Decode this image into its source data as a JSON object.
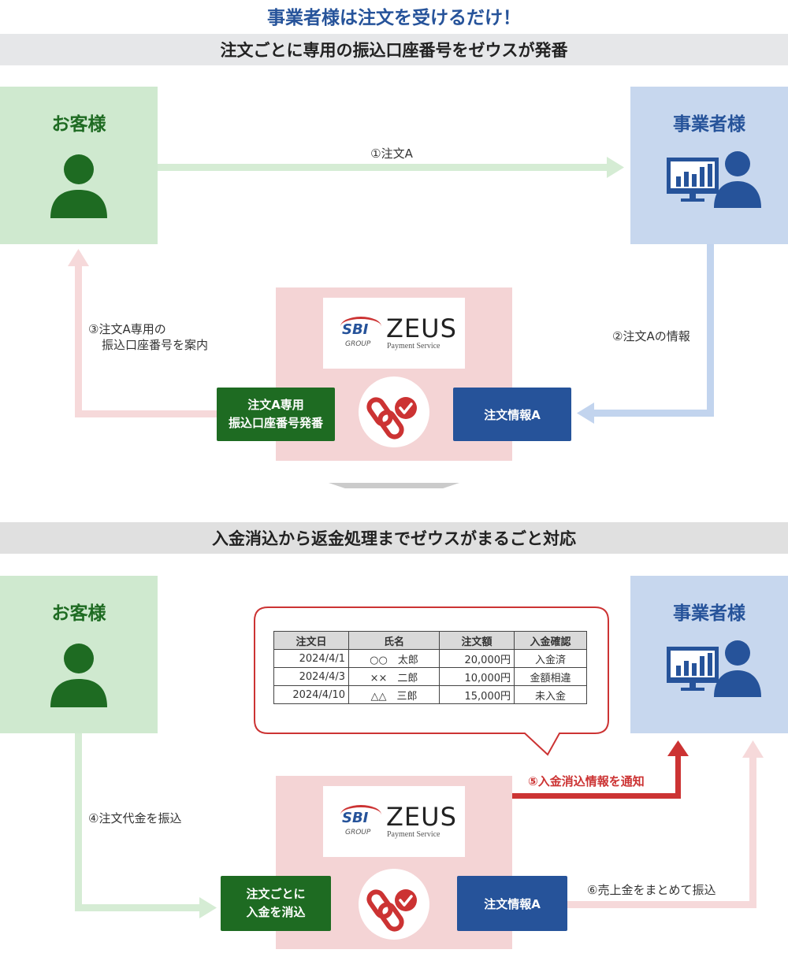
{
  "headline": "事業者様は注文を受けるだけ！",
  "section1": {
    "banner": "注文ごとに専用の振込口座番号をゼウスが発番",
    "customer_label": "お客様",
    "business_label": "事業者様",
    "step1": "①注文A",
    "step2": "②注文Aの情報",
    "step3_line1": "③注文A専用の",
    "step3_line2": "振込口座番号を案内",
    "green_btn_line1": "注文A専用",
    "green_btn_line2": "振込口座番号発番",
    "blue_btn": "注文情報A"
  },
  "section2": {
    "banner": "入金消込から返金処理までゼウスがまるごと対応",
    "customer_label": "お客様",
    "business_label": "事業者様",
    "step4": "④注文代金を振込",
    "step5": "⑤入金消込情報を通知",
    "step6": "⑥売上金をまとめて振込",
    "green_btn_line1": "注文ごとに",
    "green_btn_line2": "入金を消込",
    "blue_btn": "注文情報A",
    "table": {
      "headers": [
        "注文日",
        "氏名",
        "注文額",
        "入金確認"
      ],
      "rows": [
        [
          "2024/4/1",
          "○○　太郎",
          "20,000円",
          "入金済"
        ],
        [
          "2024/4/3",
          "××　二郎",
          "10,000円",
          "金額相違"
        ],
        [
          "2024/4/10",
          "△△　三郎",
          "15,000円",
          "未入金"
        ]
      ]
    }
  },
  "logo": {
    "sbi": "SBI",
    "group": "GROUP",
    "zeus": "ZEUS",
    "payment_service": "Payment Service"
  },
  "colors": {
    "customer_green": "#1e6b22",
    "business_blue": "#26539a",
    "notice_red": "#cc3333",
    "arrow_green": "#d5ecd4",
    "arrow_blue": "#c2d4ee",
    "arrow_pink": "#f6d9da"
  },
  "icons": {
    "customer": "person-icon",
    "business": "monitor-chart-person-icon",
    "zeus": "chain-link-check-icon",
    "flow": "down-chevron-arrow"
  }
}
